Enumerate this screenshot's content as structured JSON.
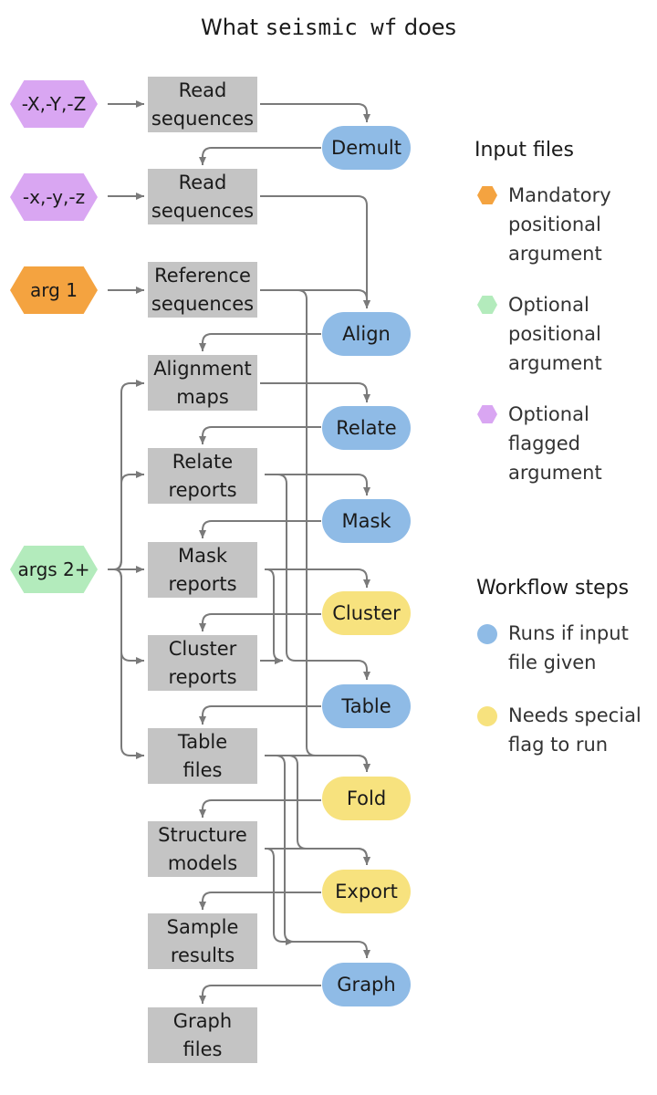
{
  "title": {
    "prefix": "What",
    "command": "seismic wf",
    "suffix": "does"
  },
  "inputs": {
    "xyz_upper": "-X,-Y,-Z",
    "xyz_lower": "-x,-y,-z",
    "arg1": "arg 1",
    "args2": "args 2+"
  },
  "files": {
    "read_seq_1": [
      "Read",
      "sequences"
    ],
    "read_seq_2": [
      "Read",
      "sequences"
    ],
    "ref_seq": [
      "Reference",
      "sequences"
    ],
    "align_maps": [
      "Alignment",
      "maps"
    ],
    "relate_reports": [
      "Relate",
      "reports"
    ],
    "mask_reports": [
      "Mask",
      "reports"
    ],
    "cluster_reports": [
      "Cluster",
      "reports"
    ],
    "table_files": [
      "Table",
      "files"
    ],
    "structure_models": [
      "Structure",
      "models"
    ],
    "sample_results": [
      "Sample",
      "results"
    ],
    "graph_files": [
      "Graph",
      "files"
    ]
  },
  "steps": {
    "demult": "Demult",
    "align": "Align",
    "relate": "Relate",
    "mask": "Mask",
    "cluster": "Cluster",
    "table": "Table",
    "fold": "Fold",
    "export": "Export",
    "graph": "Graph"
  },
  "legend": {
    "input_heading": "Input files",
    "mandatory": [
      "Mandatory",
      "positional",
      "argument"
    ],
    "optional_pos": [
      "Optional",
      "positional",
      "argument"
    ],
    "optional_flag": [
      "Optional",
      "flagged",
      "argument"
    ],
    "workflow_heading": "Workflow steps",
    "runs": [
      "Runs if input",
      "file given"
    ],
    "special": [
      "Needs special",
      "flag to run"
    ]
  },
  "colors": {
    "file_box": "#c4c4c4",
    "step_runs": "#8fbbe6",
    "step_special": "#f7e27e",
    "mandatory_arg": "#f4a340",
    "optional_positional": "#b3ebbc",
    "optional_flagged": "#d9a6f2",
    "arrow": "#7a7a7a"
  }
}
